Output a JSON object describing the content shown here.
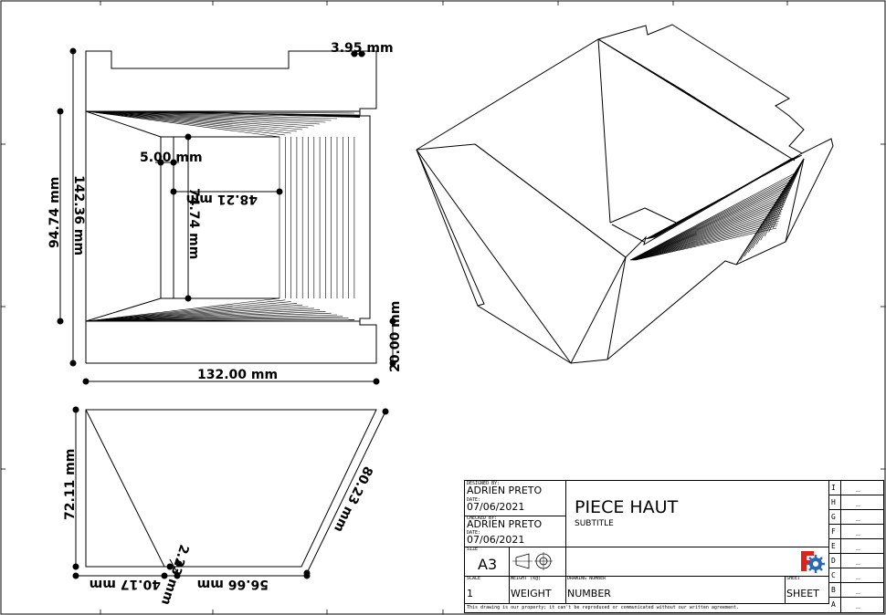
{
  "dimensions": {
    "top_right": "3.95 mm",
    "overall_height": "142.36 mm",
    "inner_height": "94.74 mm",
    "inner_wall": "5.00 mm",
    "inner_depth_rot": "48.21 mm",
    "inner_height_small": "74.74 mm",
    "right_step": "20.00 mm",
    "overall_width": "132.00 mm",
    "front_height": "72.11 mm",
    "slant_right": "80.23 mm",
    "small_rot": "2.23 mm",
    "bottom_left": "40.17 mm",
    "bottom_right": "56.66 mm"
  },
  "title_block": {
    "designed_by_label": "DESIGNED BY:",
    "designed_by": "ADRIEN PRETO",
    "date_label": "DATE:",
    "date1": "07/06/2021",
    "checked_by_label": "CHECKED BY:",
    "checked_by": "ADRIEN PRETO",
    "date_label2": "DATE:",
    "date2": "07/06/2021",
    "size_label": "SIZE",
    "size": "A3",
    "title": "PIECE HAUT",
    "subtitle": "SUBTITLE",
    "scale_label": "SCALE",
    "scale": "1",
    "weight_label": "WEIGHT (kg)",
    "weight": "WEIGHT",
    "drawing_number_label": "DRAWING NUMBER",
    "drawing_number": "NUMBER",
    "sheet_label": "SHEET",
    "sheet": "SHEET",
    "disclaimer": "This drawing is our property; it can't be reproduced or communicated without our written agreement."
  },
  "revisions": [
    {
      "letter": "I",
      "value": "_"
    },
    {
      "letter": "H",
      "value": "_"
    },
    {
      "letter": "G",
      "value": "_"
    },
    {
      "letter": "F",
      "value": "_"
    },
    {
      "letter": "E",
      "value": "_"
    },
    {
      "letter": "D",
      "value": "_"
    },
    {
      "letter": "C",
      "value": "_"
    },
    {
      "letter": "B",
      "value": "_"
    },
    {
      "letter": "A",
      "value": "_"
    }
  ],
  "colors": {
    "line": "#000000",
    "logo_red": "#d9251c",
    "logo_blue": "#2a6ab5"
  }
}
